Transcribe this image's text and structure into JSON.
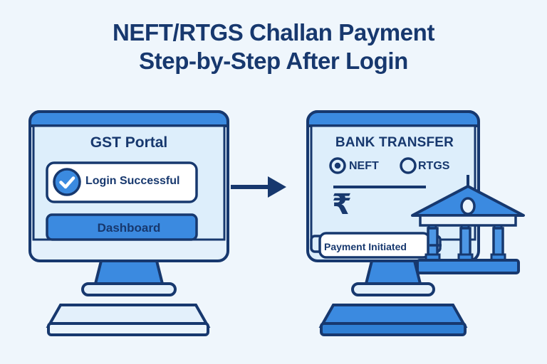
{
  "page": {
    "background_color": "#eff6fc",
    "navy": "#17386e",
    "blue": "#3b8ae0",
    "light_blue": "#d7e9f9",
    "pale_blue": "#e3f0fb",
    "white": "#ffffff"
  },
  "title": {
    "line1": "NEFT/RTGS Challan Payment",
    "line2": "Step-by-Step After Login",
    "color": "#17386e"
  },
  "left_monitor": {
    "name": "gst-portal-screen",
    "screen_title": "GST Portal",
    "status_card": {
      "icon": "check-circle-icon",
      "label": "Login Successful",
      "icon_color": "#3b8ae0"
    },
    "dashboard_button": {
      "label": "Dashboard",
      "fill": "#3b8ae0"
    }
  },
  "flow_arrow": {
    "icon": "arrow-right-icon",
    "color": "#17386e",
    "direction": "left-to-right"
  },
  "right_monitor": {
    "name": "bank-transfer-screen",
    "screen_title": "BANK TRANSFER",
    "radio_options": [
      {
        "label": "NEFT",
        "selected": true
      },
      {
        "label": "RTGS",
        "selected": false
      }
    ],
    "amount_symbol": "₹",
    "callout": {
      "label": "Payment Initiated",
      "background": "#ffffff"
    },
    "bank_icon": "bank-building-icon"
  }
}
